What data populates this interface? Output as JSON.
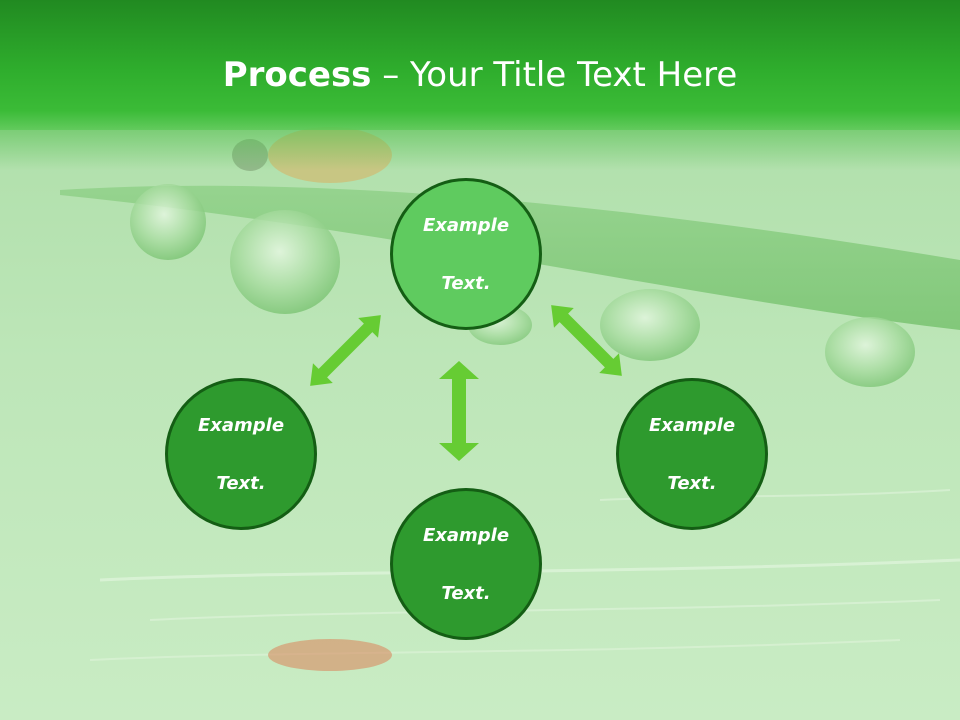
{
  "title": {
    "bold": "Process",
    "rest": " – Your Title Text Here"
  },
  "nodes": {
    "top": {
      "line1": "Example",
      "line2": "Text."
    },
    "left": {
      "line1": "Example",
      "line2": "Text."
    },
    "right": {
      "line1": "Example",
      "line2": "Text."
    },
    "bottom": {
      "line1": "Example",
      "line2": "Text."
    }
  },
  "colors": {
    "title_bar": "#2fae2d",
    "node_fill": "#2e9a2e",
    "node_fill_top": "#5fcb5f",
    "node_border": "#145e14",
    "arrow": "#66cc33"
  }
}
